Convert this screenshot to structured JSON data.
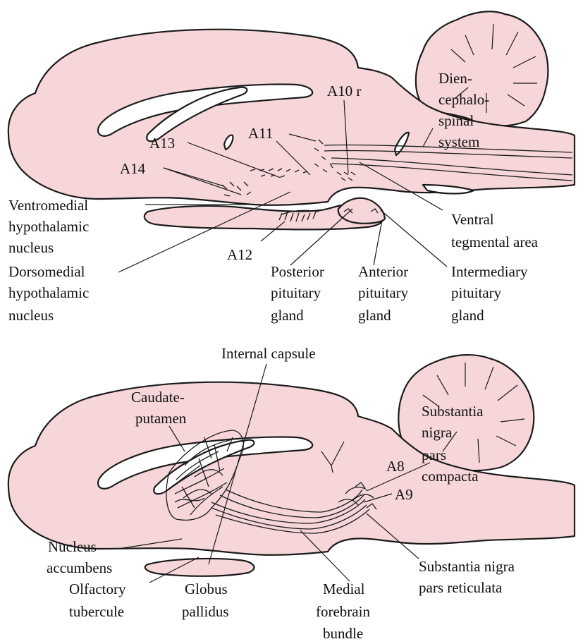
{
  "colors": {
    "tissue": "#f6d6d8",
    "outline": "#1b1b1b",
    "label": "#111111"
  },
  "top_panel": {
    "labels": {
      "diencephalospinal_1": "Dien-",
      "diencephalospinal_2": "cephalo-",
      "diencephalospinal_3": "spinal",
      "diencephalospinal_4": "system",
      "a10r": "A10 r",
      "a11": "A11",
      "a13": "A13",
      "a14": "A14",
      "ventromedial_1": "Ventromedial",
      "ventromedial_2": "hypothalamic",
      "ventromedial_3": "nucleus",
      "dorsomedial_1": "Dorsomedial",
      "dorsomedial_2": "hypothalamic",
      "dorsomedial_3": "nucleus",
      "a12": "A12",
      "posterior_1": "Posterior",
      "posterior_2": "pituitary",
      "posterior_3": "gland",
      "anterior_1": "Anterior",
      "anterior_2": "pituitary",
      "anterior_3": "gland",
      "intermediary_1": "Intermediary",
      "intermediary_2": "pituitary",
      "intermediary_3": "gland",
      "vta_1": "Ventral",
      "vta_2": "tegmental area"
    }
  },
  "bottom_panel": {
    "labels": {
      "internal_capsule": "Internal capsule",
      "caudate_1": "Caudate-",
      "caudate_2": "putamen",
      "snc_1": "Substantia",
      "snc_2": "nigra",
      "snc_3": "pars",
      "snc_4": "compacta",
      "a8": "A8",
      "a9": "A9",
      "accumbens_1": "Nucleus",
      "accumbens_2": "accumbens",
      "olfactory_1": "Olfactory",
      "olfactory_2": "tubercule",
      "globus_1": "Globus",
      "globus_2": "pallidus",
      "mfb_1": "Medial",
      "mfb_2": "forebrain",
      "mfb_3": "bundle",
      "snr_1": "Substantia nigra",
      "snr_2": "pars reticulata"
    }
  }
}
